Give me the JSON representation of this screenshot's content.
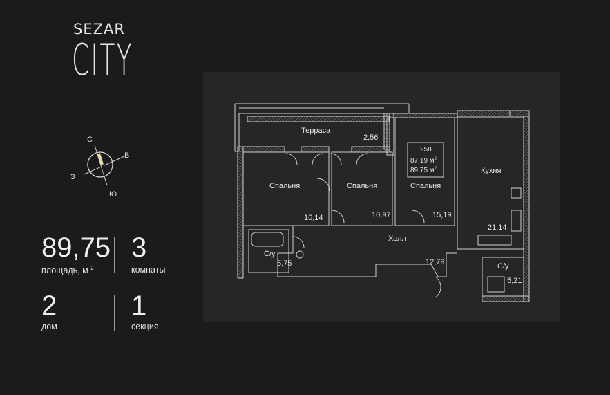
{
  "brand": {
    "name_top": "SEZAR",
    "name_bottom": "CITY"
  },
  "compass": {
    "north": "С",
    "east": "В",
    "south": "Ю",
    "west": "З"
  },
  "stats": {
    "area_value": "89,75",
    "area_label": "площадь, м",
    "area_unit_sup": "2",
    "rooms_value": "3",
    "rooms_label": "комнаты",
    "house_value": "2",
    "house_label": "дом",
    "section_value": "1",
    "section_label": "секция"
  },
  "plan": {
    "apartment_number": "258",
    "living_area": "87,19 м",
    "total_area": "89,75 м",
    "area_sup": "2",
    "rooms": {
      "terrace": "Терраса",
      "terrace_area": "2,56",
      "bedroom1": "Спальня",
      "bedroom1_area": "16,14",
      "bedroom2": "Спальня",
      "bedroom2_area": "10,97",
      "bedroom3": "Спальня",
      "bedroom3_area": "15,19",
      "kitchen": "Кухня",
      "kitchen_area": "21,14",
      "hall": "Холл",
      "hall_area": "12,79",
      "bath1": "С/у",
      "bath1_area": "5,75",
      "bath2": "С/у",
      "bath2_area": "5,21"
    }
  }
}
